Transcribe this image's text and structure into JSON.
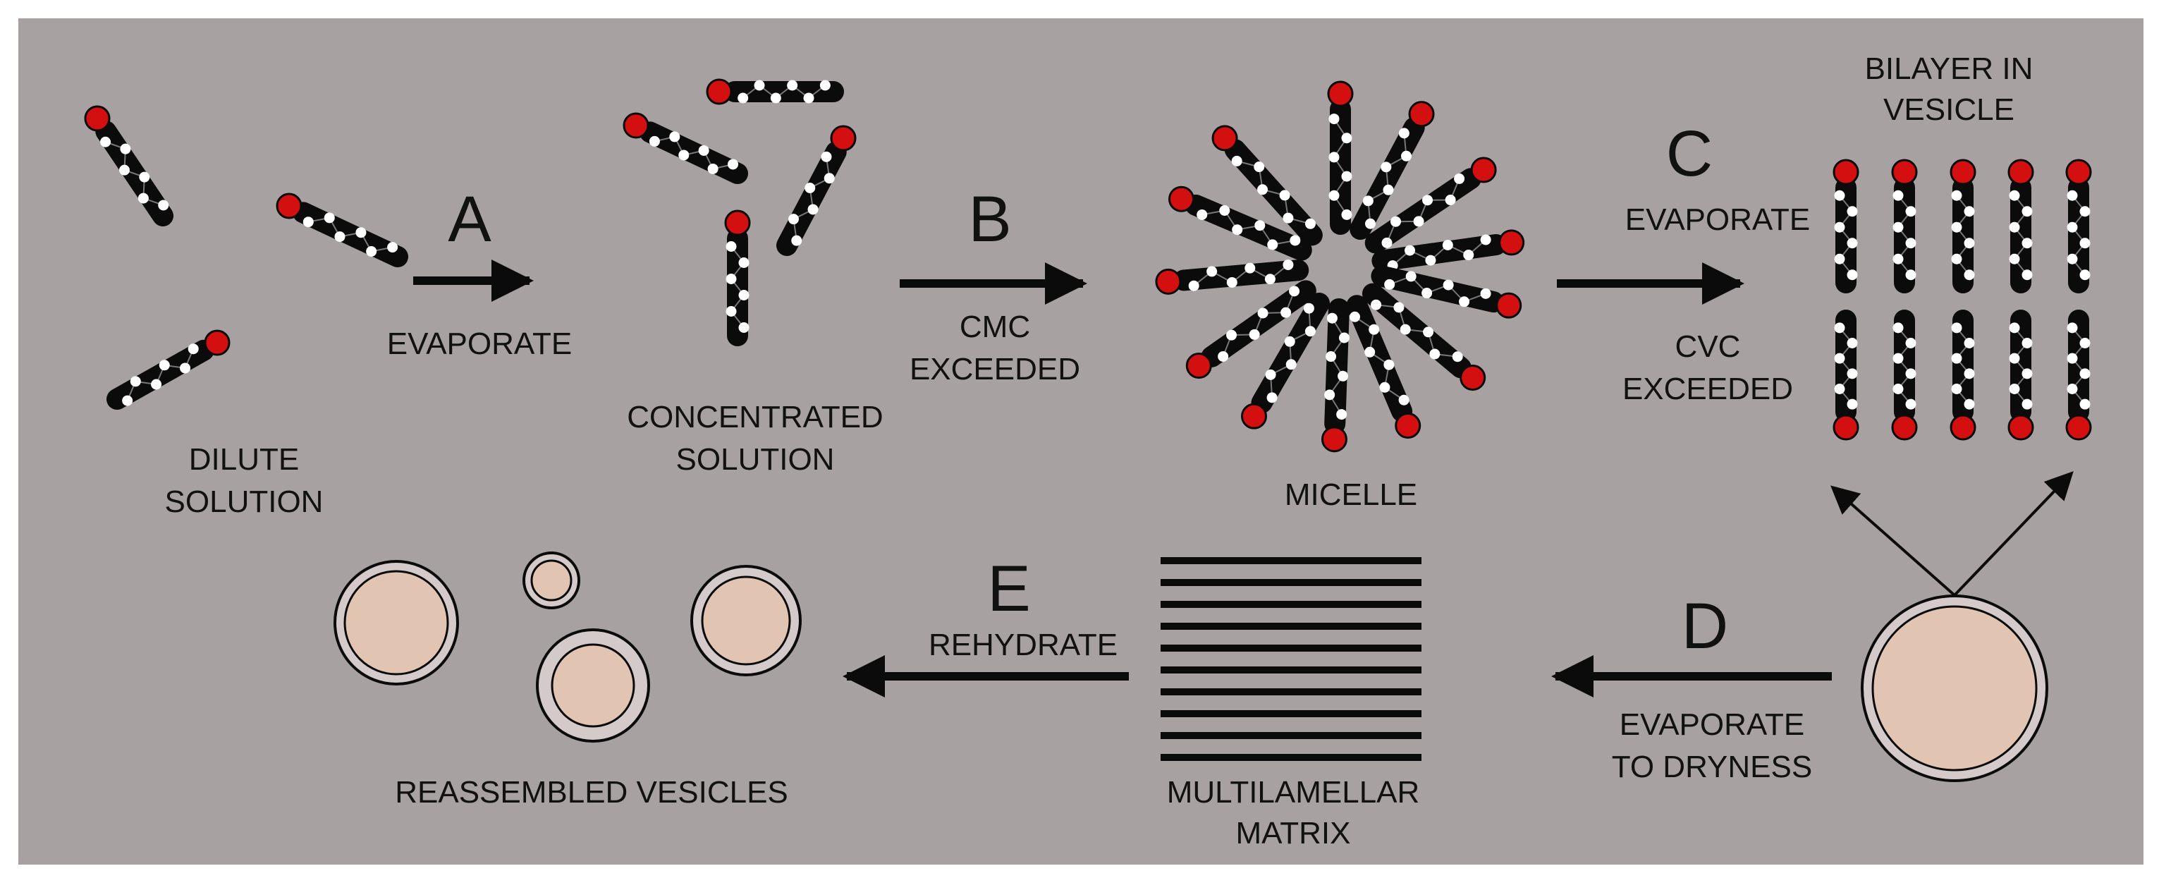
{
  "colors": {
    "background": "#a8a1a1",
    "head": "#d40f0f",
    "tail": "#0b0b0b",
    "bead": "#ffffff",
    "vesicle_fill": "#e2c4b3",
    "vesicle_ring": "#d4caca"
  },
  "steps": {
    "a": {
      "letter": "A",
      "line1": "EVAPORATE",
      "line2": ""
    },
    "b": {
      "letter": "B",
      "line1": "CMC",
      "line2": "EXCEEDED"
    },
    "c": {
      "letter": "C",
      "line1": "EVAPORATE",
      "line2": "CVC",
      "line3": "EXCEEDED"
    },
    "d": {
      "letter": "D",
      "line1": "EVAPORATE",
      "line2": "TO DRYNESS"
    },
    "e": {
      "letter": "E",
      "line1": "REHYDRATE"
    }
  },
  "stages": {
    "dilute": {
      "line1": "DILUTE",
      "line2": "SOLUTION"
    },
    "concentrated": {
      "line1": "CONCENTRATED",
      "line2": "SOLUTION"
    },
    "micelle": {
      "line1": "MICELLE"
    },
    "bilayer": {
      "line1": "BILAYER IN",
      "line2": "VESICLE"
    },
    "multilamellar": {
      "line1": "MULTILAMELLAR",
      "line2": "MATRIX"
    },
    "reassembled": {
      "line1": "REASSEMBLED VESICLES"
    }
  }
}
